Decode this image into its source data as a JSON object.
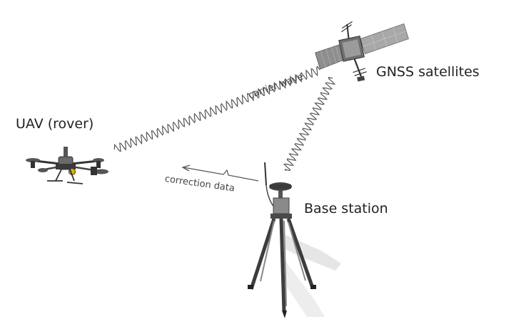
{
  "labels": {
    "gnss": "GNSS satellites",
    "uav": "UAV (rover)",
    "base": "Base station",
    "carrier": "carrier wave",
    "correction": "correction data"
  },
  "colors": {
    "wave": "#555555",
    "equipment_dark": "#333333",
    "equipment_mid": "#777777",
    "panel": "#9a9a9a",
    "accent": "#d8b400",
    "shadow": "#e6e6e6"
  },
  "icons": {
    "satellite": "satellite-icon",
    "drone": "drone-icon",
    "tripod": "tripod-base-station-icon"
  }
}
